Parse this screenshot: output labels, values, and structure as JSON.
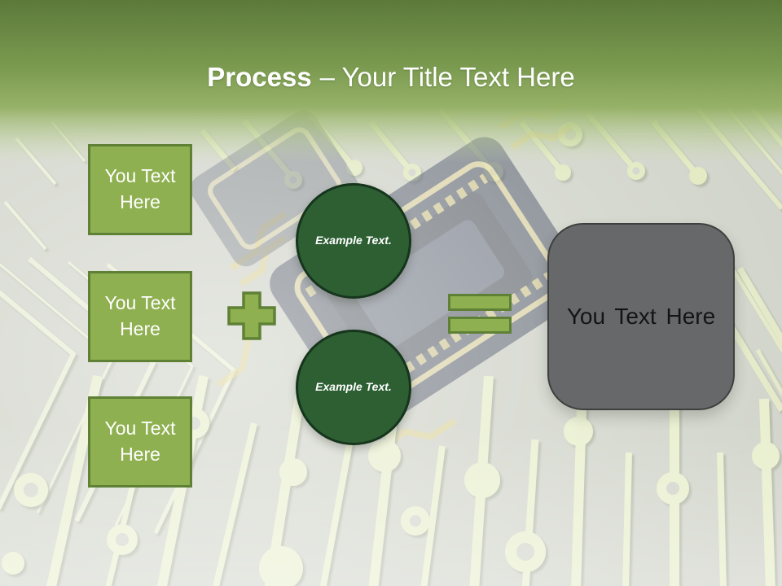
{
  "title": {
    "bold": "Process",
    "regular": "– Your Title Text Here"
  },
  "diagram": {
    "input_boxes": [
      {
        "label": "You Text Here"
      },
      {
        "label": "You Text Here"
      },
      {
        "label": "You Text Here"
      }
    ],
    "operand_circles": [
      {
        "label": "Example Text."
      },
      {
        "label": "Example Text."
      }
    ],
    "operators": {
      "plus_symbol": "+",
      "equals_symbol": "="
    },
    "result_box": {
      "label": "You Text Here"
    }
  },
  "background": {
    "description": "circuit-board-photo"
  },
  "colors": {
    "header_green_dark": "#5c793a",
    "header_green": "#7b9b50",
    "shape_green_fill": "#8fb050",
    "shape_green_border": "#5f8135",
    "circle_green_fill": "#2d5f33",
    "circle_green_border": "#16351c",
    "result_gray_fill": "#67686a",
    "result_gray_border": "#3f3f3f",
    "title_color": "#ffffff",
    "background_base": "#d2d5cb",
    "trace_color": "#eaf0cd"
  }
}
